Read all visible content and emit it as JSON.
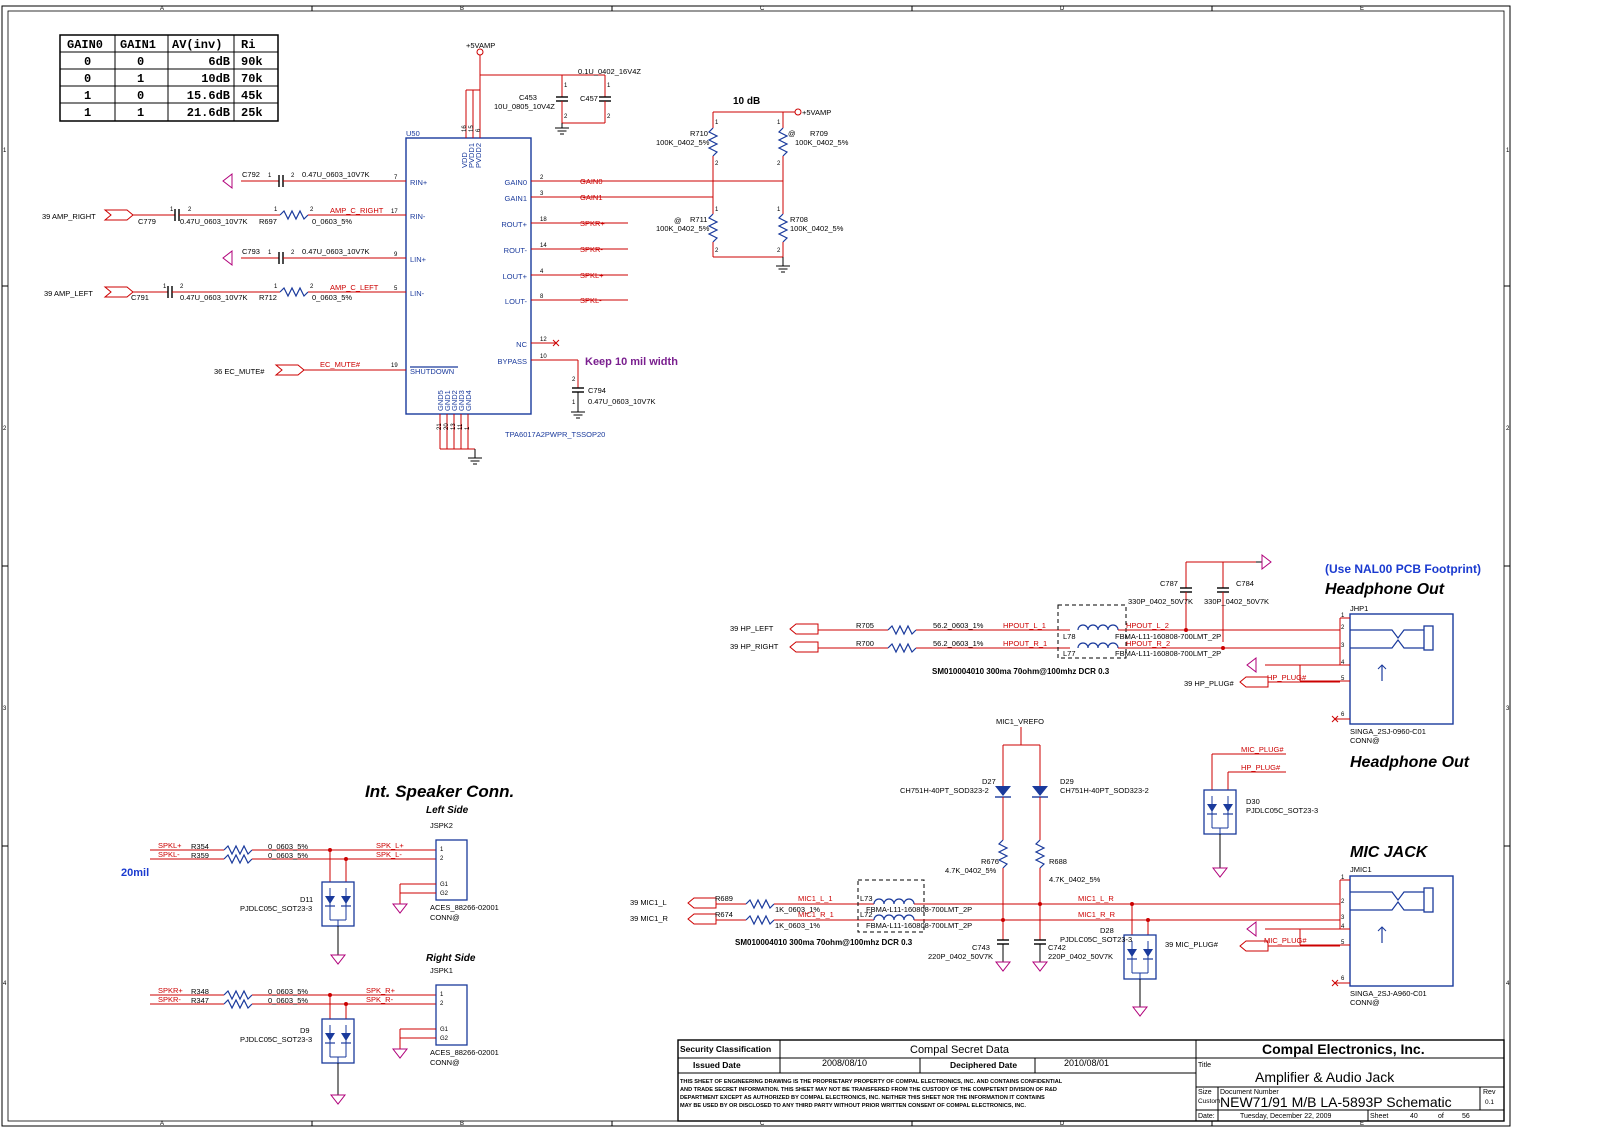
{
  "border": {
    "col_labels": [
      "A",
      "B",
      "C",
      "D",
      "E"
    ],
    "row_labels": [
      "1",
      "2",
      "3",
      "4"
    ]
  },
  "gain_table": {
    "headers": [
      "GAIN0",
      "GAIN1",
      "AV(inv)",
      "Ri"
    ],
    "rows": [
      [
        "0",
        "0",
        "6dB",
        "90k"
      ],
      [
        "0",
        "1",
        "10dB",
        "70k"
      ],
      [
        "1",
        "0",
        "15.6dB",
        "45k"
      ],
      [
        "1",
        "1",
        "21.6dB",
        "25k"
      ]
    ]
  },
  "amp": {
    "ref": "U50",
    "part": "TPA6017A2PWPR_TSSOP20",
    "supply": "+5VAMP",
    "power_pins": [
      "VDD",
      "PVDD1",
      "PVDD2"
    ],
    "power_pin_nums": [
      "16",
      "15",
      "6"
    ],
    "left_pins": [
      {
        "name": "RIN+",
        "num": "7"
      },
      {
        "name": "RIN-",
        "num": "17"
      },
      {
        "name": "LIN+",
        "num": "9"
      },
      {
        "name": "LIN-",
        "num": "5"
      },
      {
        "name": "SHUTDOWN",
        "num": "19"
      }
    ],
    "right_pins": [
      {
        "name": "GAIN0",
        "num": "2",
        "net": "GAIN0"
      },
      {
        "name": "GAIN1",
        "num": "3",
        "net": "GAIN1"
      },
      {
        "name": "ROUT+",
        "num": "18",
        "net": "SPKR+"
      },
      {
        "name": "ROUT-",
        "num": "14",
        "net": "SPKR-"
      },
      {
        "name": "LOUT+",
        "num": "4",
        "net": "SPKL+"
      },
      {
        "name": "LOUT-",
        "num": "8",
        "net": "SPKL-"
      },
      {
        "name": "NC",
        "num": "12",
        "net": ""
      },
      {
        "name": "BYPASS",
        "num": "10",
        "net": ""
      }
    ],
    "gnd_pins": [
      "GND5",
      "GND1",
      "GND2",
      "GND3",
      "GND4"
    ],
    "gnd_pin_nums": [
      "21",
      "20",
      "13",
      "11",
      "1"
    ],
    "note": "Keep 10 mil width"
  },
  "amp_parts": {
    "c792": {
      "ref": "C792",
      "val": "0.47U_0603_10V7K"
    },
    "c779": {
      "ref": "C779",
      "val": "0.47U_0603_10V7K"
    },
    "r697": {
      "ref": "R697",
      "val": "0_0603_5%"
    },
    "c793": {
      "ref": "C793",
      "val": "0.47U_0603_10V7K"
    },
    "c791": {
      "ref": "C791",
      "val": "0.47U_0603_10V7K"
    },
    "r712": {
      "ref": "R712",
      "val": "0_0603_5%"
    },
    "c453": {
      "ref": "C453",
      "val": "10U_0805_10V4Z"
    },
    "c457": {
      "ref": "C457",
      "val": "0.1U_0402_16V4Z"
    },
    "c794": {
      "ref": "C794",
      "val": "0.47U_0603_10V7K"
    },
    "r710": {
      "ref": "R710",
      "val": "100K_0402_5%"
    },
    "r709": {
      "ref": "R709",
      "val": "100K_0402_5%"
    },
    "r711": {
      "ref": "R711",
      "val": "100K_0402_5%"
    },
    "r708": {
      "ref": "R708",
      "val": "100K_0402_5%"
    },
    "gain_note": "10 dB",
    "at": "@"
  },
  "amp_nets": {
    "amp_right": "39  AMP_RIGHT",
    "amp_left": "39  AMP_LEFT",
    "ec_mute": "36  EC_MUTE#",
    "amp_c_right": "AMP_C_RIGHT",
    "amp_c_left": "AMP_C_LEFT",
    "ec_mute_net": "EC_MUTE#"
  },
  "speaker": {
    "title": "Int. Speaker Conn.",
    "left_title": "Left Side",
    "right_title": "Right Side",
    "width_note": "20mil",
    "jspk2": {
      "ref": "JSPK2",
      "part": "ACES_88266-02001",
      "conn": "CONN@"
    },
    "jspk1": {
      "ref": "JSPK1",
      "part": "ACES_88266-02001",
      "conn": "CONN@"
    },
    "r354": {
      "ref": "R354",
      "val": "0_0603_5%"
    },
    "r359": {
      "ref": "R359",
      "val": "0_0603_5%"
    },
    "r348": {
      "ref": "R348",
      "val": "0_0603_5%"
    },
    "r347": {
      "ref": "R347",
      "val": "0_0603_5%"
    },
    "d11": {
      "ref": "D11",
      "part": "PJDLC05C_SOT23-3"
    },
    "d9": {
      "ref": "D9",
      "part": "PJDLC05C_SOT23-3"
    },
    "nets": {
      "spkl_p": "SPKL+",
      "spkl_n": "SPKL-",
      "spkr_p": "SPKR+",
      "spkr_n": "SPKR-",
      "spk_lp": "SPK_L+",
      "spk_ln": "SPK_L-",
      "spk_rp": "SPK_R+",
      "spk_rn": "SPK_R-"
    }
  },
  "headphone": {
    "footprint_note": "(Use NAL00 PCB Footprint)",
    "title": "Headphone Out",
    "title2": "Headphone Out",
    "jhp1": {
      "ref": "JHP1",
      "part": "SINGA_2SJ-0960-C01",
      "conn": "CONN@"
    },
    "c787": {
      "ref": "C787",
      "val": "330P_0402_50V7K"
    },
    "c784": {
      "ref": "C784",
      "val": "330P_0402_50V7K"
    },
    "r705": {
      "ref": "R705",
      "val": "56.2_0603_1%"
    },
    "r700": {
      "ref": "R700",
      "val": "56.2_0603_1%"
    },
    "l78": {
      "ref": "L78",
      "val": "FBMA-L11-160808-700LMT_2P"
    },
    "l77": {
      "ref": "L77",
      "val": "FBMA-L11-160808-700LMT_2P"
    },
    "bead_note": "SM010004010 300ma 70ohm@100mhz DCR 0.3",
    "d30": {
      "ref": "D30",
      "part": "PJDLC05C_SOT23-3"
    },
    "nets": {
      "hp_left": "39  HP_LEFT",
      "hp_right": "39  HP_RIGHT",
      "hp_plug": "39  HP_PLUG#",
      "hpout_l1": "HPOUT_L_1",
      "hpout_r1": "HPOUT_R_1",
      "hpout_l2": "HPOUT_L_2",
      "hpout_r2": "HPOUT_R_2",
      "hp_plug_net": "HP_PLUG#",
      "mic_plug_net": "MIC_PLUG#"
    }
  },
  "mic": {
    "title": "MIC JACK",
    "vrefo": "MIC1_VREFO",
    "jmic1": {
      "ref": "JMIC1",
      "part": "SINGA_2SJ-A960-C01",
      "conn": "CONN@"
    },
    "d27": {
      "ref": "D27",
      "part": "CH751H-40PT_SOD323-2"
    },
    "d29": {
      "ref": "D29",
      "part": "CH751H-40PT_SOD323-2"
    },
    "r676": {
      "ref": "R676",
      "val": "4.7K_0402_5%"
    },
    "r688": {
      "ref": "R688",
      "val": "4.7K_0402_5%"
    },
    "r689": {
      "ref": "R689",
      "val": "1K_0603_1%"
    },
    "r674": {
      "ref": "R674",
      "val": "1K_0603_1%"
    },
    "l73": {
      "ref": "L73",
      "val": "FBMA-L11-160808-700LMT_2P"
    },
    "l72": {
      "ref": "L72",
      "val": "FBMA-L11-160808-700LMT_2P"
    },
    "c743": {
      "ref": "C743",
      "val": "220P_0402_50V7K"
    },
    "c742": {
      "ref": "C742",
      "val": "220P_0402_50V7K"
    },
    "d28": {
      "ref": "D28",
      "part": "PJDLC05C_SOT23-3"
    },
    "bead_note": "SM010004010 300ma 70ohm@100mhz DCR 0.3",
    "nets": {
      "mic1_l": "39  MIC1_L",
      "mic1_r": "39  MIC1_R",
      "mic_plug": "39  MIC_PLUG#",
      "mic1_l1": "MIC1_L_1",
      "mic1_r1": "MIC1_R_1",
      "mic1_lr": "MIC1_L_R",
      "mic1_rr": "MIC1_R_R",
      "mic_plug_net": "MIC_PLUG#"
    }
  },
  "title_block": {
    "security_label": "Security Classification",
    "security_value": "Compal Secret Data",
    "issued_label": "Issued Date",
    "issued_value": "2008/08/10",
    "deciphered_label": "Deciphered Date",
    "deciphered_value": "2010/08/01",
    "company": "Compal Electronics, Inc.",
    "title_label": "Title",
    "title_value": "Amplifier & Audio Jack",
    "size_label": "Size",
    "size_value": "Custom",
    "docnum_label": "Document Number",
    "docnum_value": "NEW71/91 M/B LA-5893P Schematic",
    "rev_label": "Rev",
    "rev_value": "0.1",
    "date_label": "Date:",
    "date_value": "Tuesday, December 22, 2009",
    "sheet_label": "Sheet",
    "sheet_value": "40",
    "of_label": "of",
    "of_value": "56",
    "disclaimer": [
      "THIS SHEET OF ENGINEERING DRAWING IS THE PROPRIETARY PROPERTY OF COMPAL ELECTRONICS, INC. AND CONTAINS CONFIDENTIAL",
      "AND TRADE SECRET INFORMATION. THIS SHEET MAY NOT BE TRANSFERED FROM THE CUSTODY OF THE COMPETENT DIVISION OF R&D",
      "DEPARTMENT EXCEPT AS AUTHORIZED BY COMPAL ELECTRONICS, INC. NEITHER THIS SHEET NOR THE INFORMATION IT CONTAINS",
      "MAY BE USED BY OR DISCLOSED TO ANY THIRD PARTY WITHOUT PRIOR WRITTEN CONSENT OF COMPAL ELECTRONICS, INC."
    ]
  }
}
